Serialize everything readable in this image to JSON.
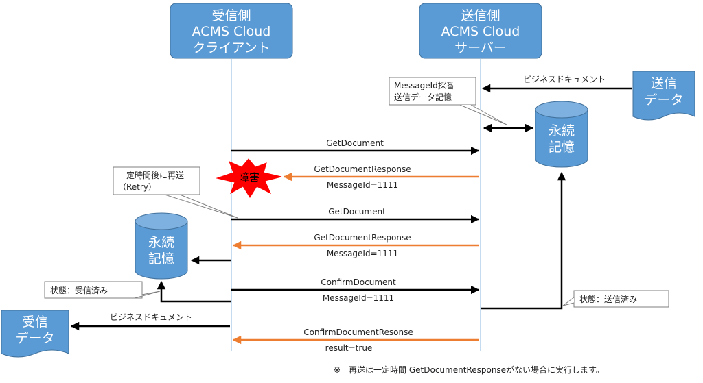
{
  "participants": {
    "receiver": {
      "line1": "受信側",
      "line2": "ACMS Cloud",
      "line3": "クライアント"
    },
    "sender": {
      "line1": "送信側",
      "line2": "ACMS Cloud",
      "line3": "サーバー"
    }
  },
  "storage": {
    "sender": {
      "line1": "永続",
      "line2": "記憶"
    },
    "receiver": {
      "line1": "永続",
      "line2": "記憶"
    }
  },
  "documents": {
    "send": {
      "line1": "送信",
      "line2": "データ"
    },
    "receive": {
      "line1": "受信",
      "line2": "データ"
    }
  },
  "labels": {
    "business_in": "ビジネスドキュメント",
    "business_out": "ビジネスドキュメント",
    "msg1_top": "GetDocument",
    "msg2_top": "GetDocumentResponse",
    "msg2_bottom": "MessageId=1111",
    "msg3_top": "GetDocument",
    "msg4_top": "GetDocumentResponse",
    "msg4_bottom": "MessageId=1111",
    "msg5_top": "ConfirmDocument",
    "msg5_bottom": "MessageId=1111",
    "msg6_top": "ConfirmDocumentResonse",
    "msg6_bottom": "result=true"
  },
  "notes": {
    "messageid": {
      "line1": "MessageId採番",
      "line2": "送信データ記憶"
    },
    "retry": {
      "line1": "一定時間後に再送",
      "line2": "（Retry）"
    },
    "received": "状態：受信済み",
    "sent": "状態：送信済み"
  },
  "failure": "障害",
  "footnote": "※　再送は一定時間 GetDocumentResponseがない場合に実行します。",
  "colors": {
    "box": "#5b9bd5",
    "orange": "#ed7d31",
    "black": "#000000",
    "lifeline": "#9dc3e6",
    "burst": "#ff0000"
  }
}
